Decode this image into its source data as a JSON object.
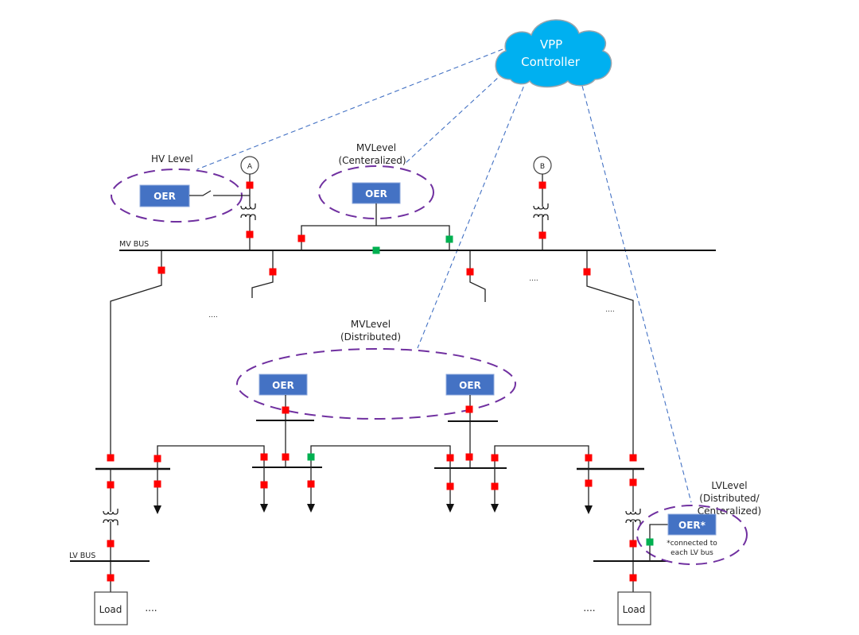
{
  "controller": {
    "label_line1": "VPP",
    "label_line2": "Controller",
    "color": "#00b0f0"
  },
  "levels": {
    "hv": {
      "label": "HV Level"
    },
    "mv_central": {
      "label_line1": "MVLevel",
      "label_line2": "(Centeralized)"
    },
    "mv_distributed": {
      "label_line1": "MVLevel",
      "label_line2": "(Distributed)"
    },
    "lv": {
      "label_line1": "LVLevel",
      "label_line2": "(Distributed/",
      "label_line3": "Centeralized)"
    }
  },
  "oer": {
    "label": "OER",
    "lv_label": "OER*",
    "footnote_line1": "*connected to",
    "footnote_line2": "each LV bus",
    "color": "#4472c4"
  },
  "generators": {
    "a": "A",
    "b": "B"
  },
  "buses": {
    "mv": "MV  BUS",
    "lv": "LV  BUS"
  },
  "loads": {
    "label": "Load"
  },
  "ellipsis": "....",
  "ellipsis_short": "....",
  "legend_colors": {
    "breaker_closed": "#ff0000",
    "breaker_open": "#00b050",
    "group_outline": "#7030a0",
    "comm_link": "#4472c4"
  }
}
